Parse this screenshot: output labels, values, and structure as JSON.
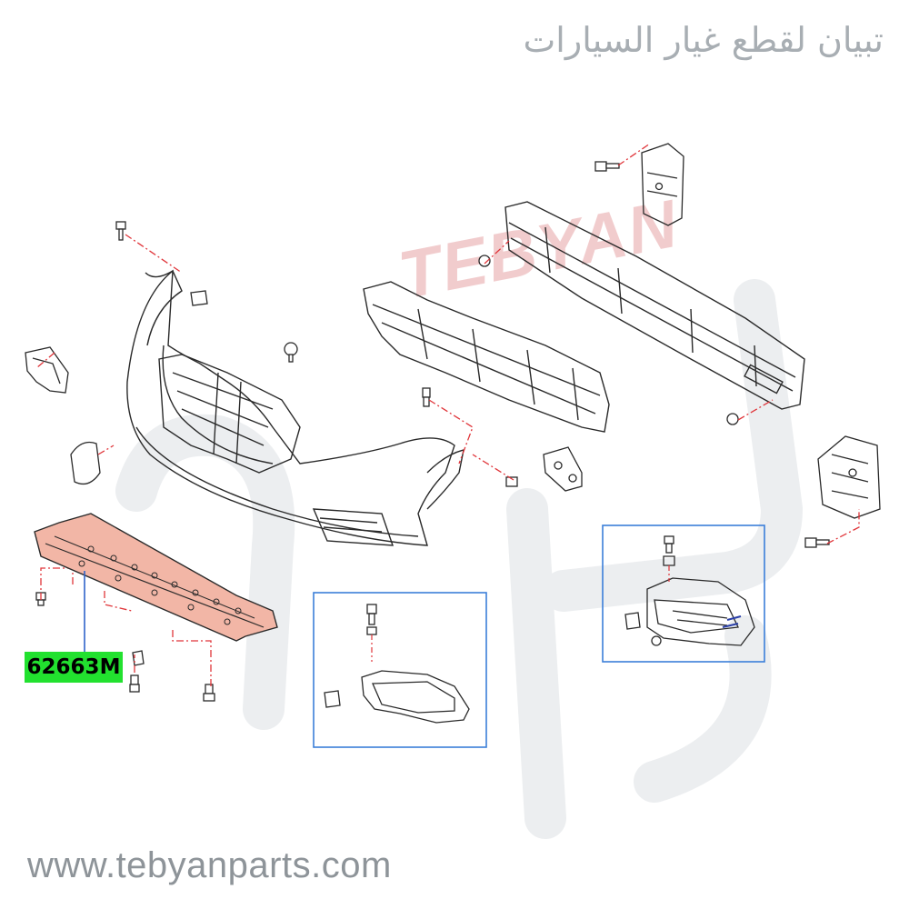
{
  "header": {
    "arabic_title": "تبيان لقطع غيار السيارات"
  },
  "watermark": {
    "brand": "TEBYAN"
  },
  "callout": {
    "part_number": "62663M"
  },
  "footer": {
    "website": "www.tebyanparts.com"
  },
  "colors": {
    "highlight_part": "#f2b6a6",
    "label_background": "#22e12f",
    "detail_box_border": "#3b7fd9",
    "leader_line": "#e0353a"
  }
}
